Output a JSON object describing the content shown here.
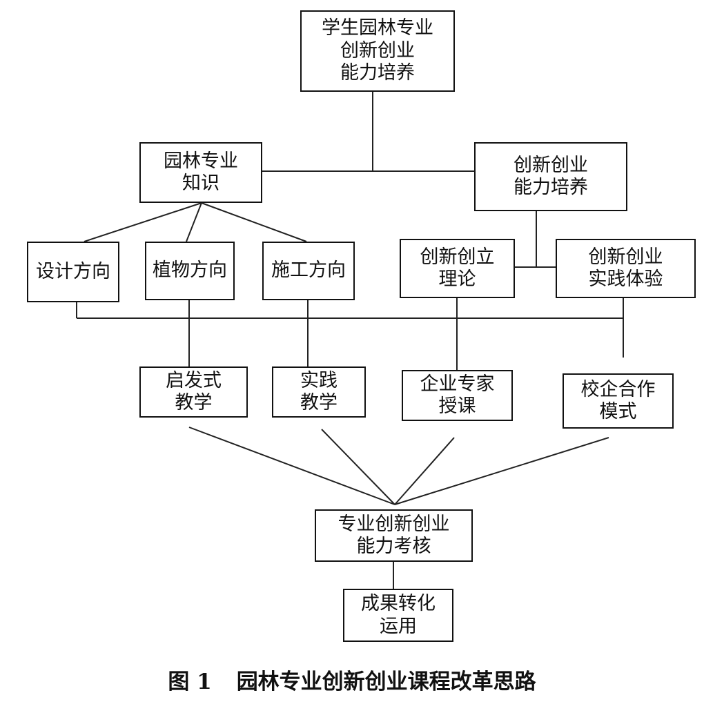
{
  "nodes": {
    "top": [
      "学生园林专业",
      "创新创业",
      "能力培养"
    ],
    "knowledge": [
      "园林专业",
      "知识"
    ],
    "ability": [
      "创新创业",
      "能力培养"
    ],
    "design": [
      "设计方向"
    ],
    "plant": [
      "植物方向"
    ],
    "construction": [
      "施工方向"
    ],
    "theory": [
      "创新创立",
      "理论"
    ],
    "practice_exp": [
      "创新创业",
      "实践体验"
    ],
    "heuristic": [
      "启发式",
      "教学"
    ],
    "practice_teach": [
      "实践",
      "教学"
    ],
    "expert": [
      "企业专家",
      "授课"
    ],
    "coop": [
      "校企合作",
      "模式"
    ],
    "assess": [
      "专业创新创业",
      "能力考核"
    ],
    "result": [
      "成果转化",
      "运用"
    ]
  },
  "caption": {
    "number": "图 1",
    "text": "园林专业创新创业课程改革思路"
  }
}
